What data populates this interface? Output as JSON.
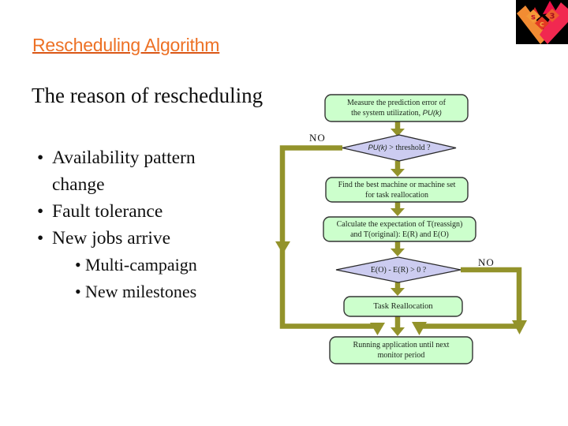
{
  "slide": {
    "title": "Rescheduling Algorithm",
    "subtitle": "The reason of rescheduling",
    "bullets": [
      {
        "level": 1,
        "text": "Availability pattern change"
      },
      {
        "level": 1,
        "text": "Fault tolerance"
      },
      {
        "level": 1,
        "text": "New jobs arrive"
      },
      {
        "level": 2,
        "text": "Multi-campaign"
      },
      {
        "level": 2,
        "text": "New milestones"
      }
    ]
  },
  "flowchart": {
    "no_label_left": "NO",
    "no_label_right": "NO",
    "step1": {
      "line1": "Measure the prediction error of",
      "line2_prefix": "the system utilization, ",
      "line2_em": "PU(k)"
    },
    "decision1": {
      "em": "PU(k)",
      "rest": " > threshold ?"
    },
    "step2": {
      "line1": "Find the best machine or machine set",
      "line2": "for task reallocation"
    },
    "step3": {
      "line1": "Calculate the expectation of T(reassign)",
      "line2": "and T(original): E(R) and E(O)"
    },
    "decision2": {
      "label": "E(O) - E(R) > 0 ?"
    },
    "step4": {
      "label": "Task Reallocation"
    },
    "step5": {
      "line1": "Running application until next",
      "line2": "monitor period"
    }
  },
  "logo": {
    "letter_top_left": "s",
    "letter_top_right": "3",
    "letter_center": "c"
  },
  "colors": {
    "title_accent": "#ed7125",
    "process_fill": "#ccffcc",
    "decision_fill": "#ccccf0",
    "connector": "#93932b",
    "logo_orange": "#f28c33",
    "logo_crimson": "#f12850"
  }
}
